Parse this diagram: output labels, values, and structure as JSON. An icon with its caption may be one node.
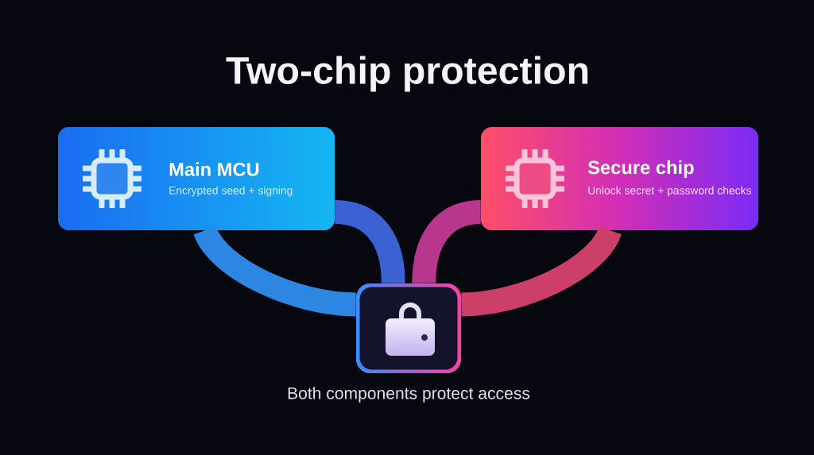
{
  "diagram": {
    "title": "Two-chip protection",
    "nodes": [
      {
        "text": [
          "Main MCU",
          "Encrypted seed + signing"
        ]
      },
      {
        "text": [
          "Secure chip",
          "Unlock secret + password checks"
        ]
      },
      {
        "text": [],
        "shape": "box",
        "beside": [
          "Both components protect access"
        ]
      }
    ],
    "edges": [
      {
        "from": 0,
        "to": 2,
        "arrow": "none",
        "color": "#2d86e2"
      },
      {
        "from": 0,
        "to": 2,
        "arrow": "none",
        "color": "#3a62d2"
      },
      {
        "from": 1,
        "to": 2,
        "arrow": "none",
        "color": "#b8378c"
      },
      {
        "from": 1,
        "to": 2,
        "arrow": "none",
        "color": "#cc3f68"
      }
    ]
  }
}
